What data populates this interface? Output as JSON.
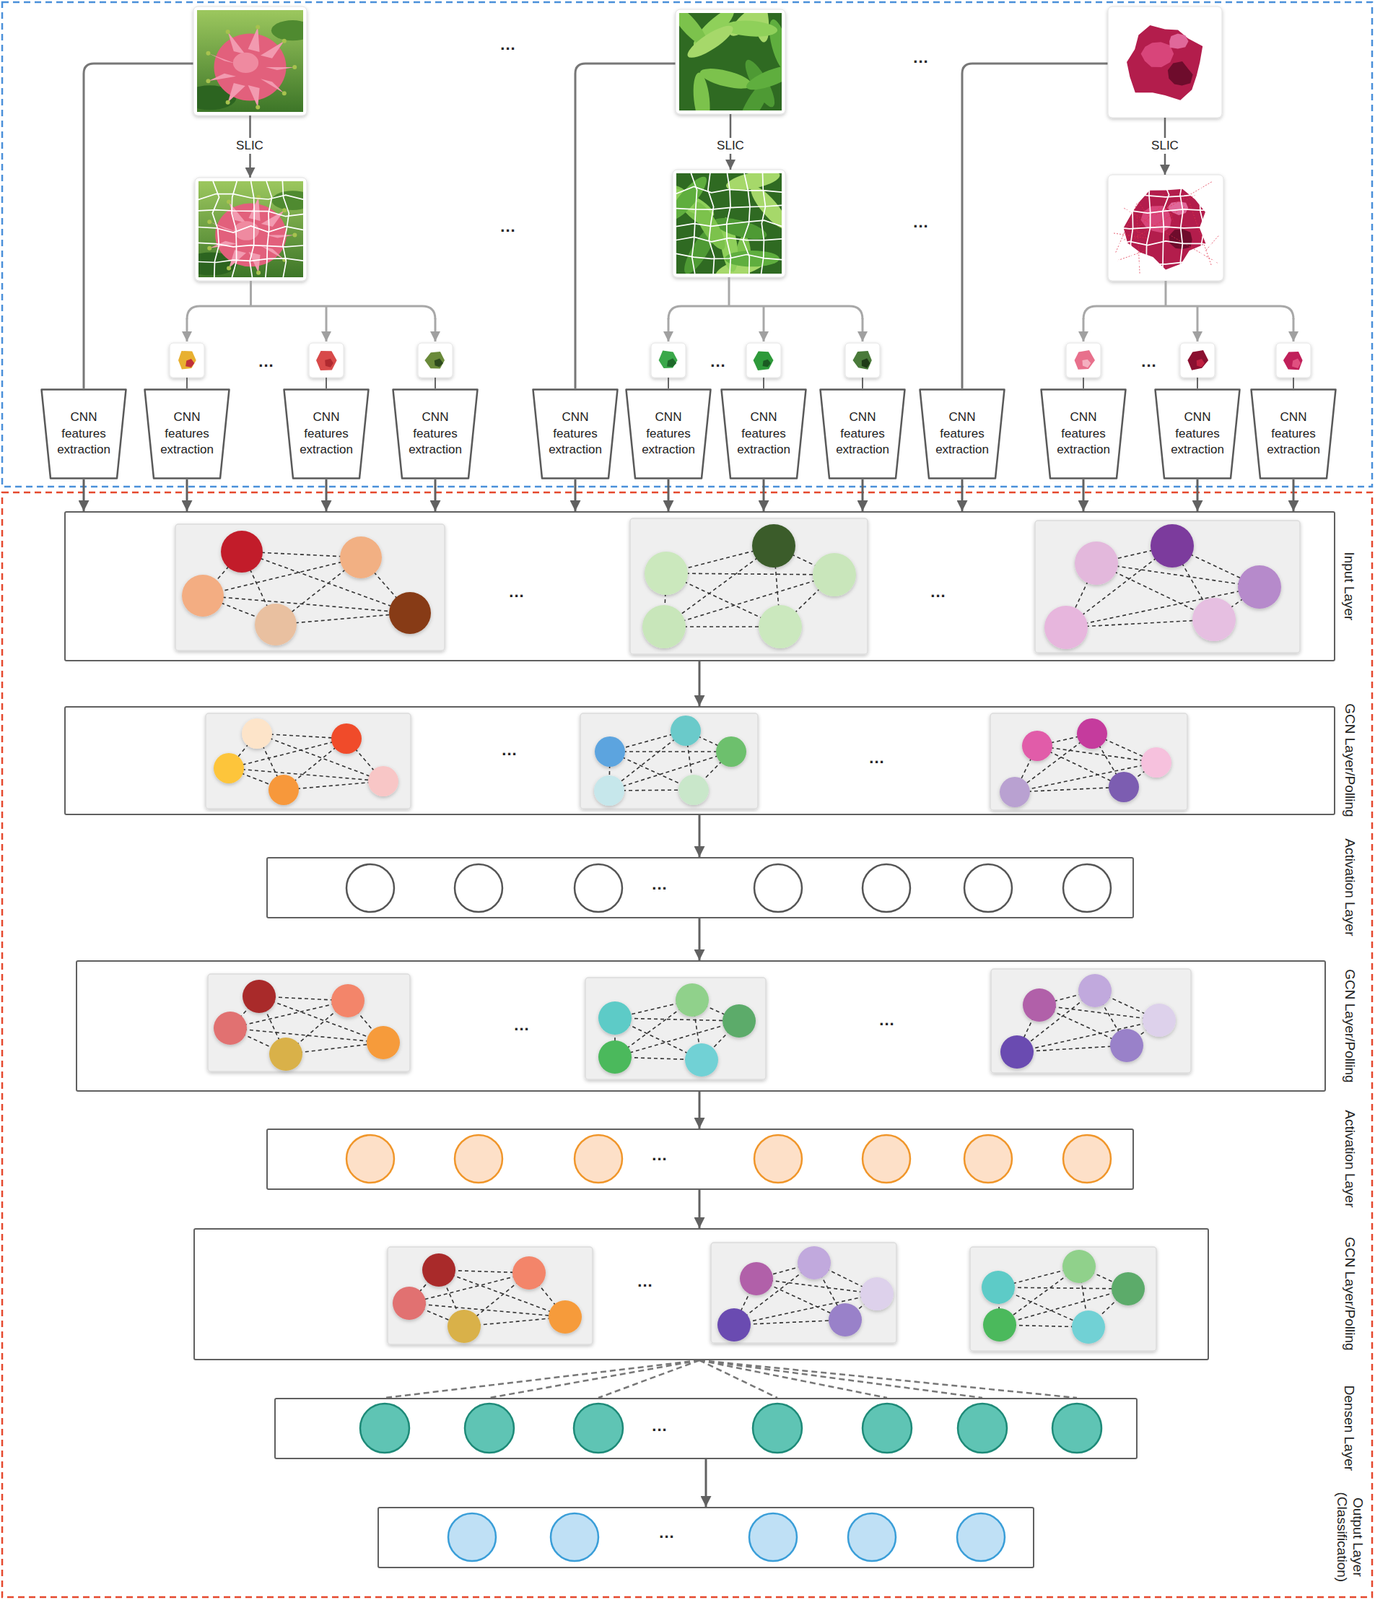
{
  "diagram": {
    "nodes": [
      {
        "text": [
          "CNN features extraction"
        ]
      },
      {
        "text": [
          "CNN features extraction"
        ]
      },
      {
        "text": [
          "CNN features extraction"
        ]
      },
      {
        "text": [
          "CNN features extraction"
        ]
      },
      {
        "text": [
          "CNN features extraction"
        ]
      },
      {
        "text": [
          "CNN features extraction"
        ]
      },
      {
        "text": [
          "CNN features extraction"
        ]
      },
      {
        "text": [
          "CNN features extraction"
        ]
      },
      {
        "text": [
          "CNN features extraction"
        ]
      },
      {
        "text": [
          "CNN features extraction"
        ]
      },
      {
        "text": [
          "CNN features extraction"
        ]
      },
      {
        "text": [
          "CNN features extraction"
        ]
      },
      {
        "text": [
          "Input Layer"
        ]
      },
      {
        "text": [
          "GCN Layer/Polling"
        ]
      },
      {
        "text": [
          "Activation Layer"
        ]
      },
      {
        "text": [
          "GCN Layer/Polling"
        ]
      },
      {
        "text": [
          "Activation Layer"
        ]
      },
      {
        "text": [
          "GCN Layer/Polling"
        ]
      },
      {
        "text": [
          "Densen Layer"
        ]
      },
      {
        "text": [
          "Output Layer (Classification)"
        ]
      }
    ],
    "edges": [
      {
        "from": 0,
        "to": 12,
        "arrow": "to"
      },
      {
        "from": 1,
        "to": 12,
        "arrow": "to"
      },
      {
        "from": 2,
        "to": 12,
        "arrow": "to"
      },
      {
        "from": 3,
        "to": 12,
        "arrow": "to"
      },
      {
        "from": 4,
        "to": 12,
        "arrow": "to"
      },
      {
        "from": 5,
        "to": 12,
        "arrow": "to"
      },
      {
        "from": 6,
        "to": 12,
        "arrow": "to"
      },
      {
        "from": 7,
        "to": 12,
        "arrow": "to"
      },
      {
        "from": 8,
        "to": 12,
        "arrow": "to"
      },
      {
        "from": 9,
        "to": 12,
        "arrow": "to"
      },
      {
        "from": 10,
        "to": 12,
        "arrow": "to"
      },
      {
        "from": 11,
        "to": 12,
        "arrow": "to"
      },
      {
        "from": 12,
        "to": 13,
        "arrow": "to"
      },
      {
        "from": 13,
        "to": 14,
        "arrow": "to"
      },
      {
        "from": 14,
        "to": 15,
        "arrow": "to"
      },
      {
        "from": 15,
        "to": 16,
        "arrow": "to"
      },
      {
        "from": 16,
        "to": 17,
        "arrow": "to"
      },
      {
        "from": 17,
        "to": 18,
        "arrow": "none"
      },
      {
        "from": 18,
        "to": 19,
        "arrow": "to"
      }
    ],
    "labels": [
      "...",
      "...",
      "SLIC",
      "...",
      "SLIC",
      "...",
      "SLIC",
      "...",
      "...",
      "...",
      "...",
      "...",
      "...",
      "...",
      "...",
      "...",
      "...",
      "...",
      "...",
      "...",
      "..."
    ]
  }
}
